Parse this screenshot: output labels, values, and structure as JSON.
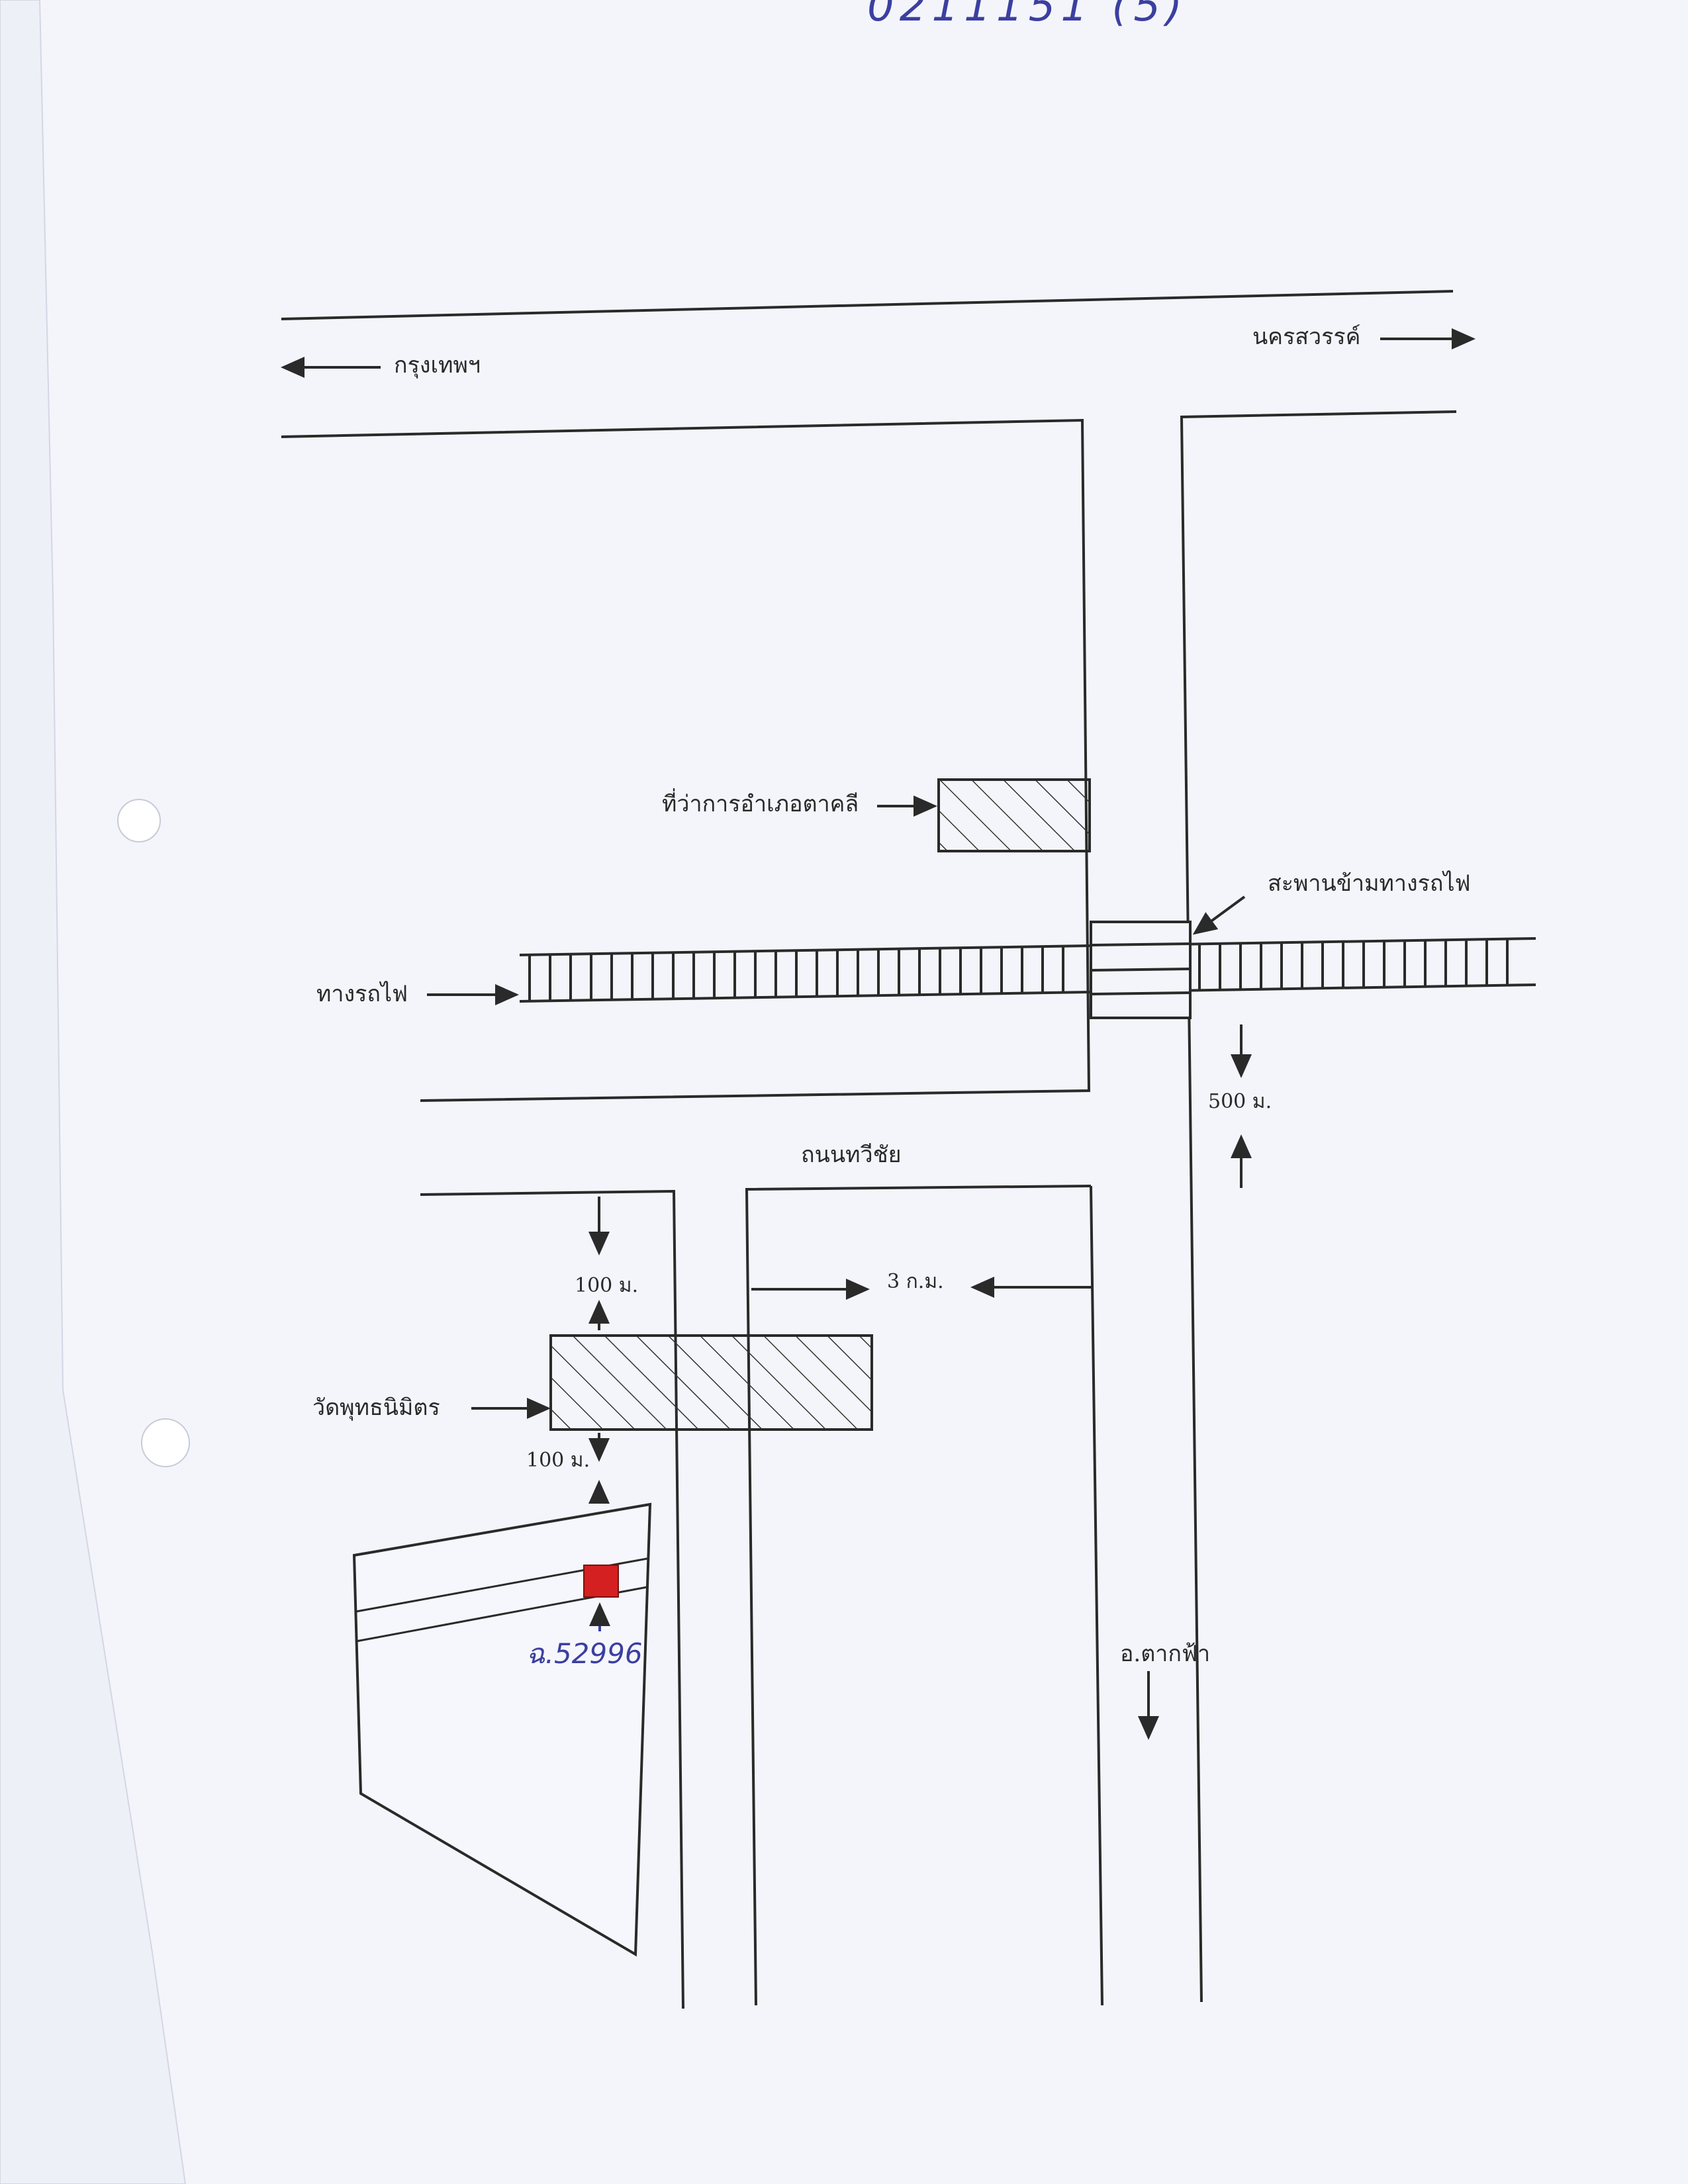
{
  "map": {
    "header_handwriting": "0211151 (5)",
    "labels": {
      "bangkok": "กรุงเทพฯ",
      "nakhon_sawan": "นครสวรรค์",
      "district_office": "ที่ว่าการอำเภอตาคลี",
      "overpass": "สะพานข้ามทางรถไฟ",
      "railway": "ทางรถไฟ",
      "road_name": "ถนนทวีชัย",
      "dist_500": "500 ม.",
      "dist_3km": "3 ก.ม.",
      "dist_100_upper": "100 ม.",
      "dist_100_lower": "100 ม.",
      "temple": "วัดพุทธนิมิตร",
      "parcel_note": "ฉ.52996",
      "tak_fa": "อ.ตากฟ้า"
    },
    "colors": {
      "line": "#2a2a2a",
      "hatch": "#333333",
      "parcel_marker": "#d42020",
      "handwriting": "#3b3fa0",
      "paper": "#f4f5fb"
    },
    "icons": [
      "arrow-left-icon",
      "arrow-right-icon",
      "arrow-up-icon",
      "arrow-down-icon",
      "hatched-building-icon",
      "red-parcel-marker-icon"
    ]
  }
}
